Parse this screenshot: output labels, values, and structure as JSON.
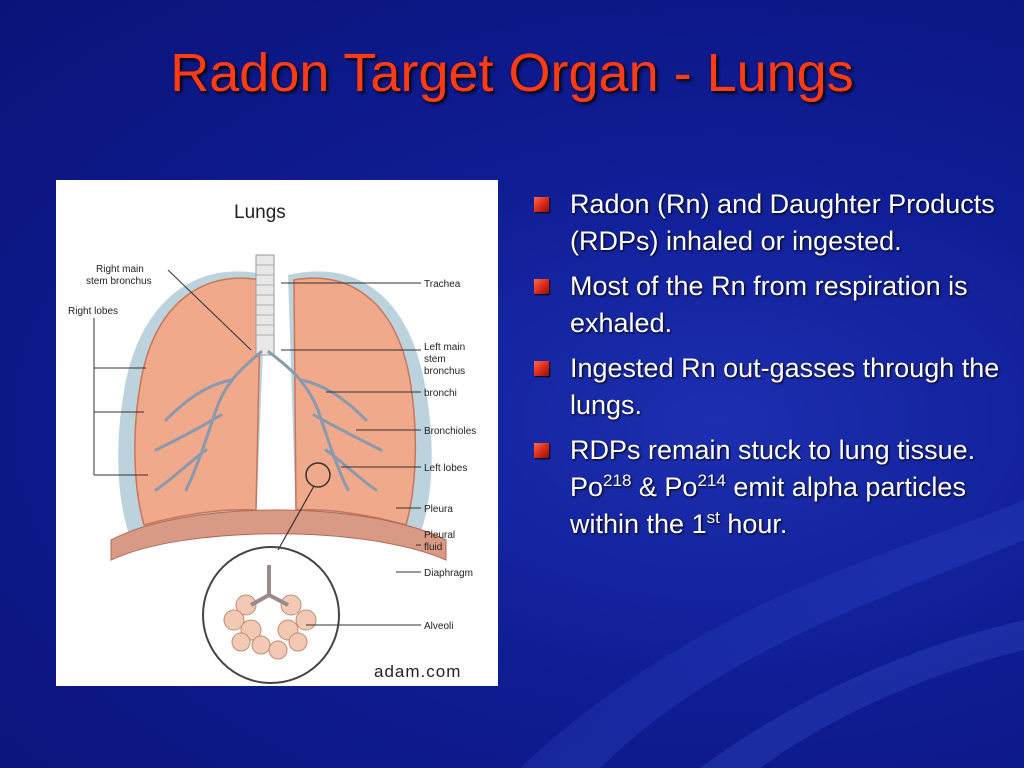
{
  "slide": {
    "title": "Radon Target Organ - Lungs",
    "bullets": [
      {
        "parts": [
          "Radon (Rn) and Daughter Products (RDPs) inhaled or ingested."
        ]
      },
      {
        "parts": [
          "Most of the Rn from respiration is exhaled."
        ]
      },
      {
        "parts": [
          "Ingested Rn out-gasses through the lungs."
        ]
      },
      {
        "parts": [
          "RDPs remain stuck to lung tissue.  Po",
          "218",
          " & Po",
          "214",
          " emit alpha particles within the 1",
          "st",
          " hour."
        ]
      }
    ]
  },
  "figure": {
    "heading": "Lungs",
    "labels": {
      "right_main_stem_bronchus_1": "Right main",
      "right_main_stem_bronchus_2": "stem bronchus",
      "right_lobes": "Right lobes",
      "trachea": "Trachea",
      "left_main_stem_bronchus_1": "Left main",
      "left_main_stem_bronchus_2": "stem",
      "left_main_stem_bronchus_3": "bronchus",
      "bronchi": "bronchi",
      "bronchioles": "Bronchioles",
      "left_lobes": "Left lobes",
      "pleura": "Pleura",
      "pleural_fluid_1": "Pleural",
      "pleural_fluid_2": "fluid",
      "diaphragm": "Diaphragm",
      "alveoli": "Alveoli"
    },
    "credit": "adam.com"
  },
  "colors": {
    "title": "#ff3b14",
    "text": "#ffffff",
    "bullet": "#d8281a",
    "background": "#0f1d94"
  }
}
